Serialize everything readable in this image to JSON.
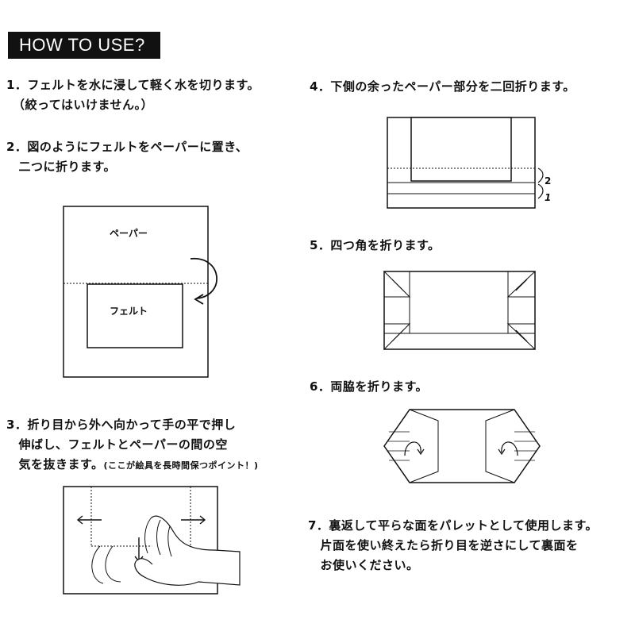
{
  "header": {
    "title": "HOW TO USE?"
  },
  "steps": [
    {
      "lines": [
        "1．フェルトを水に浸して軽く水を切ります。",
        "　（絞ってはいけません。）"
      ]
    },
    {
      "lines": [
        "2．図のようにフェルトをペーパーに置き、",
        "　二つに折ります。"
      ]
    },
    {
      "lines": [
        "3．折り目から外へ向かって手の平で押し",
        "　伸ばし、フェルトとペーパーの間の空",
        "　気を抜きます。"
      ],
      "note": "(ここが絵具を長時間保つポイント！)"
    },
    {
      "lines": [
        "4．下側の余ったペーパー部分を二回折ります。"
      ]
    },
    {
      "lines": [
        "5．四つ角を折ります。"
      ]
    },
    {
      "lines": [
        "6．両脇を折ります。"
      ]
    },
    {
      "lines": [
        "7．裏返して平らな面をパレットとして使用します。",
        "　片面を使い終えたら折り目を逆さにして裏面を",
        "　お使いください。"
      ]
    }
  ],
  "figures": {
    "paper_label": "ペーパー",
    "felt_label": "フェルト",
    "fold_numbers": [
      "2",
      "1"
    ]
  }
}
